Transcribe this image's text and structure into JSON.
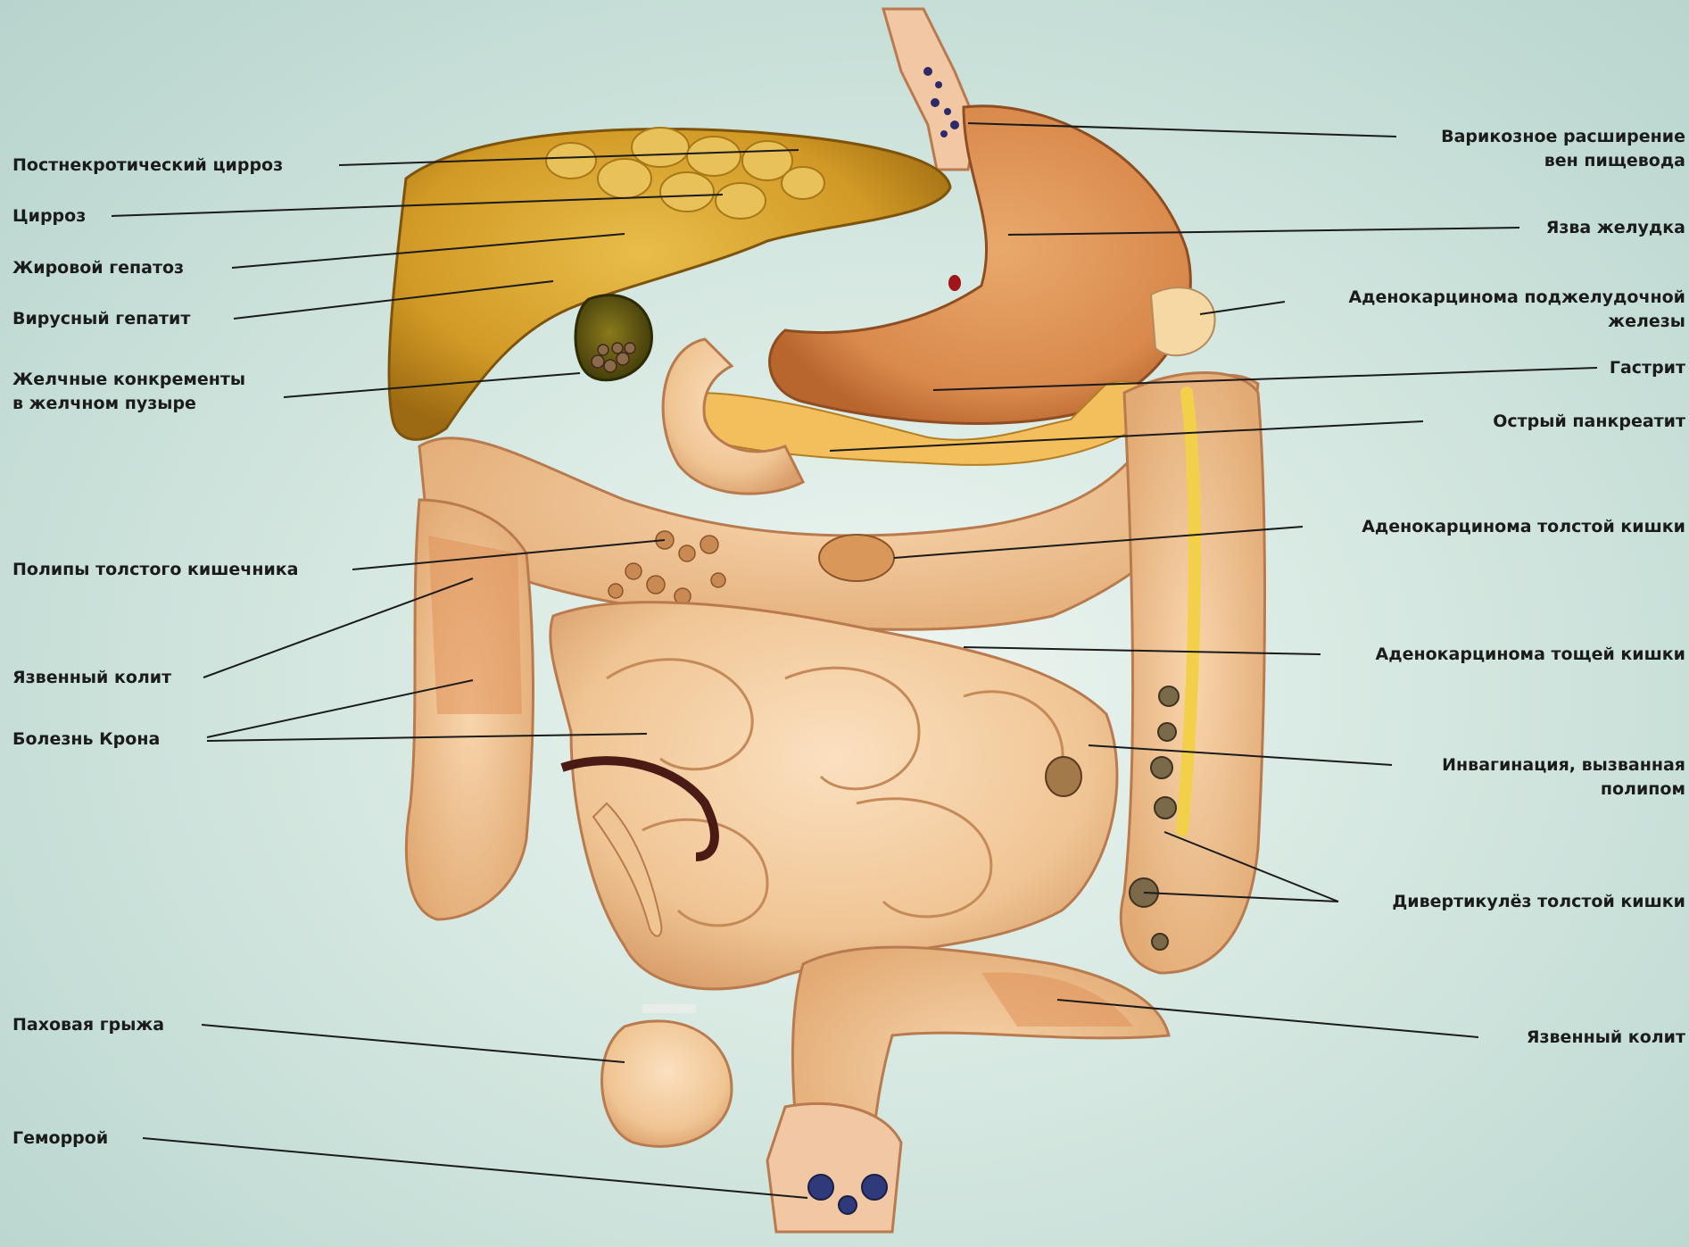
{
  "colors": {
    "background": "#c6ddd6",
    "liver": "#d6a533",
    "intestine": "#f0c69c",
    "stomach": "#e2995e",
    "leader_line": "#1b1b1b"
  },
  "labels_left": [
    {
      "id": "postnecrotic-cirrhosis",
      "lines": [
        "Постнекротический цирроз"
      ]
    },
    {
      "id": "cirrhosis",
      "lines": [
        "Цирроз"
      ]
    },
    {
      "id": "fatty-hepatosis",
      "lines": [
        "Жировой гепатоз"
      ]
    },
    {
      "id": "viral-hepatitis",
      "lines": [
        "Вирусный гепатит"
      ]
    },
    {
      "id": "gallstones",
      "lines": [
        "Желчные конкременты",
        "в желчном пузыре"
      ]
    },
    {
      "id": "colon-polyps",
      "lines": [
        "Полипы толстого кишечника"
      ]
    },
    {
      "id": "ulcerative-colitis-left",
      "lines": [
        "Язвенный колит"
      ]
    },
    {
      "id": "crohns-disease",
      "lines": [
        "Болезнь Крона"
      ]
    },
    {
      "id": "inguinal-hernia",
      "lines": [
        "Паховая грыжа"
      ]
    },
    {
      "id": "hemorrhoids",
      "lines": [
        "Геморрой"
      ]
    }
  ],
  "labels_right": [
    {
      "id": "esophageal-varices",
      "lines": [
        "Варикозное расширение",
        "вен пищевода"
      ]
    },
    {
      "id": "stomach-ulcer",
      "lines": [
        "Язва желудка"
      ]
    },
    {
      "id": "pancreatic-adenocarcinoma",
      "lines": [
        "Аденокарцинома поджелудочной",
        "железы"
      ]
    },
    {
      "id": "gastritis",
      "lines": [
        "Гастрит"
      ]
    },
    {
      "id": "acute-pancreatitis",
      "lines": [
        "Острый панкреатит"
      ]
    },
    {
      "id": "colon-adenocarcinoma",
      "lines": [
        "Аденокарцинома толстой кишки"
      ]
    },
    {
      "id": "jejunum-adenocarcinoma",
      "lines": [
        "Аденокарцинома тощей кишки"
      ]
    },
    {
      "id": "polyp-intussusception",
      "lines": [
        "Инвагинация, вызванная",
        "полипом"
      ]
    },
    {
      "id": "colon-diverticulosis",
      "lines": [
        "Дивертикулёз толстой кишки"
      ]
    },
    {
      "id": "ulcerative-colitis-right",
      "lines": [
        "Язвенный колит"
      ]
    }
  ]
}
